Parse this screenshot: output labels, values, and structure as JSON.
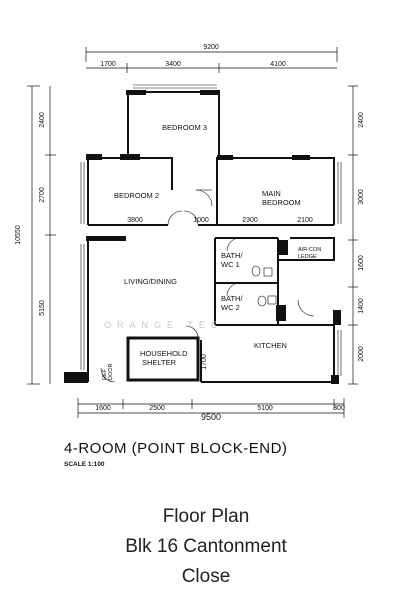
{
  "plan": {
    "title": "4-ROOM (POINT BLOCK-END)",
    "scale": "SCALE  1:100",
    "watermark": "ORANGE TEE",
    "top_total": "9200",
    "top_dims": [
      "1700",
      "3400",
      "4100"
    ],
    "bottom_total": "9500",
    "bottom_dims": [
      "1600",
      "2500",
      "5100",
      "300"
    ],
    "left_total": "10550",
    "left_dims": [
      "2400",
      "2700",
      "5150"
    ],
    "right_dims": [
      "2400",
      "3000",
      "1600",
      "1400",
      "2000"
    ],
    "inner_dims": [
      "3800",
      "1000",
      "2300",
      "2100",
      "1700"
    ],
    "rooms": {
      "bedroom3": "BEDROOM 3",
      "bedroom2": "BEDROOM 2",
      "main_bedroom_l1": "MAIN",
      "main_bedroom_l2": "BEDROOM",
      "living": "LIVING/DINING",
      "bath1_l1": "BATH/",
      "bath1_l2": "WC 1",
      "bath2_l1": "BATH/",
      "bath2_l2": "WC 2",
      "aircon_l1": "AIR-CON",
      "aircon_l2": "LEDGE",
      "kitchen": "KITCHEN",
      "shelter_l1": "HOUSEHOLD",
      "shelter_l2": "SHELTER",
      "ref_l1": "REF",
      "ref_l2": "DOOR"
    }
  },
  "caption": {
    "line1": "Floor Plan",
    "line2": "Blk 16 Cantonment",
    "line3": "Close"
  }
}
